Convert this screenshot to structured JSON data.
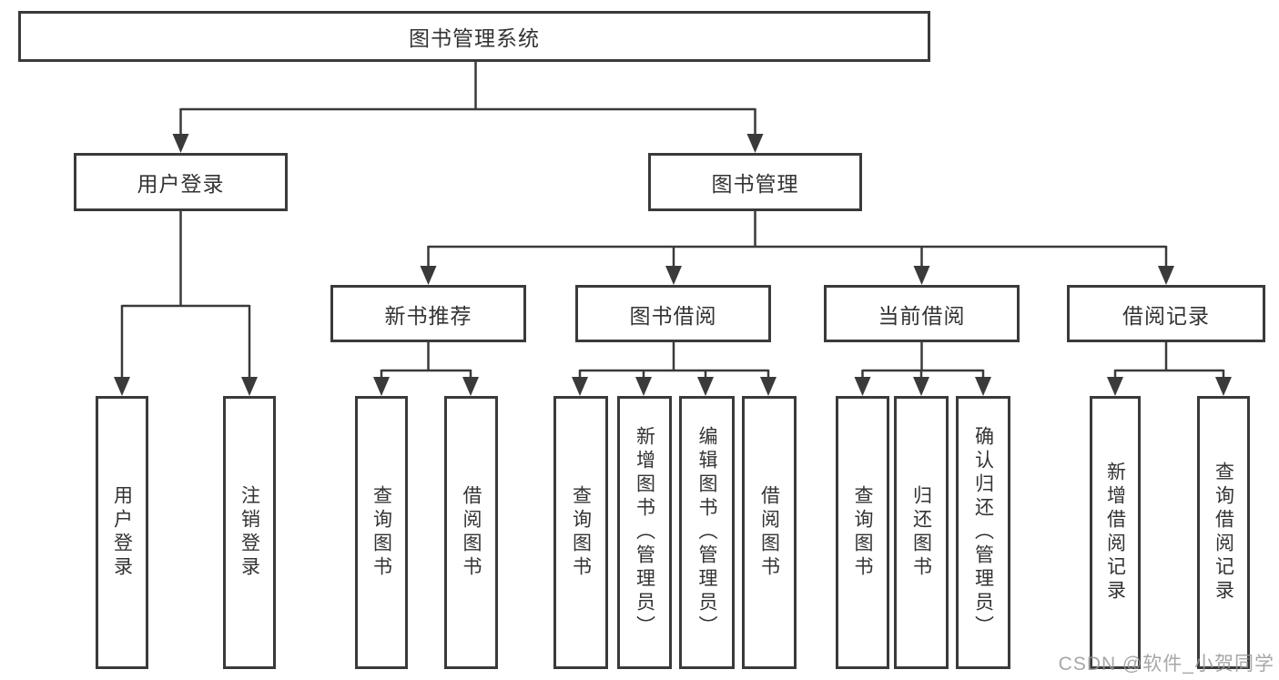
{
  "diagram": {
    "root": {
      "label": "图书管理系统"
    },
    "branches": [
      {
        "label": "用户登录",
        "children": [
          {
            "label": "用户登录"
          },
          {
            "label": "注销登录"
          }
        ]
      },
      {
        "label": "图书管理",
        "children": [
          {
            "label": "新书推荐",
            "children": [
              {
                "label": "查询图书"
              },
              {
                "label": "借阅图书"
              }
            ]
          },
          {
            "label": "图书借阅",
            "children": [
              {
                "label": "查询图书"
              },
              {
                "label": "新增图书（管理员）"
              },
              {
                "label": "编辑图书（管理员）"
              },
              {
                "label": "借阅图书"
              }
            ]
          },
          {
            "label": "当前借阅",
            "children": [
              {
                "label": "查询图书"
              },
              {
                "label": "归还图书"
              },
              {
                "label": "确认归还（管理员）"
              }
            ]
          },
          {
            "label": "借阅记录",
            "children": [
              {
                "label": "新增借阅记录"
              },
              {
                "label": "查询借阅记录"
              }
            ]
          }
        ]
      }
    ]
  },
  "watermark": {
    "text": "CSDN @软件_小贺同学"
  },
  "colors": {
    "line": "#3a3a3a",
    "text": "#333333",
    "background": "#ffffff",
    "watermark": "#989898"
  }
}
